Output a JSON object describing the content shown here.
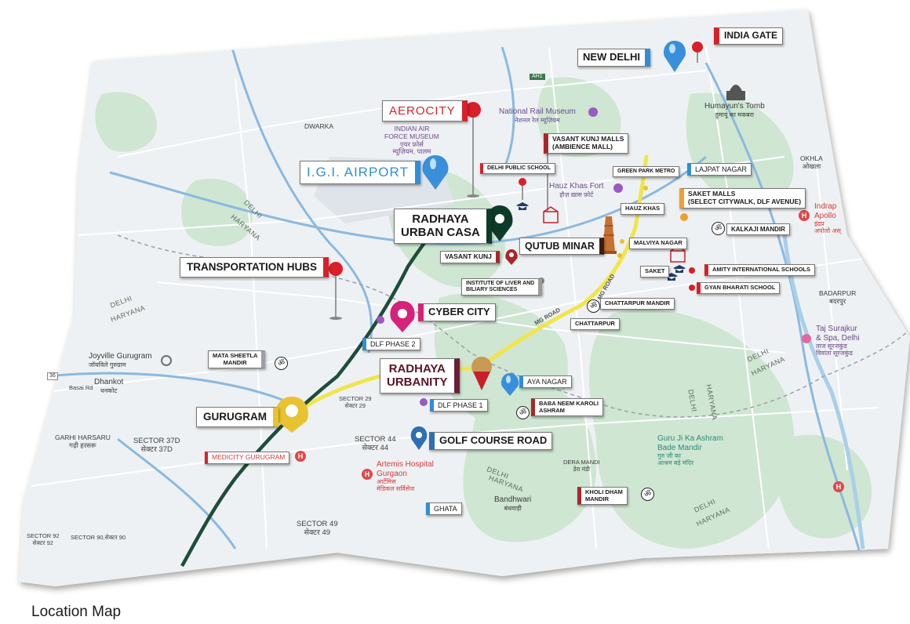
{
  "caption": "Location Map",
  "colors": {
    "metro_line": "#1e4d3a",
    "highlight_road": "#f1e54b",
    "red_accent": "#d8202a",
    "blue_accent": "#2f8fd6",
    "purple_accent": "#6a1e3a",
    "brown_accent": "#3a1e10"
  },
  "labels": {
    "india_gate": "INDIA GATE",
    "new_delhi": "NEW DELHI",
    "aerocity": "AEROCITY",
    "igi_airport": "I.G.I. AIRPORT",
    "vasant_kunj_malls": [
      "VASANT KUNJ MALLS",
      "(AMBIENCE MALL)"
    ],
    "delhi_public_school": "DELHI PUBLIC SCHOOL",
    "green_park_metro": "GREEN PARK METRO",
    "lajpat_nagar": "LAJPAT NAGAR",
    "saket_malls": [
      "SAKET MALLS",
      "(SELECT CITYWALK, DLF AVENUE)"
    ],
    "hauz_khas": "HAUZ KHAS",
    "kalkaji_mandir": "KALKAJI MANDIR",
    "radhaya_urban_casa": [
      "RADHAYA",
      "URBAN CASA"
    ],
    "qutub_minar": "QUTUB MINAR",
    "malviya_nagar": "MALVIYA NAGAR",
    "vasant_kunj": "VASANT KUNJ",
    "saket": "SAKET",
    "amity": "AMITY INTERNATIONAL SCHOOLS",
    "gyan_bharati": "GYAN BHARATI SCHOOL",
    "transportation_hubs": "TRANSPORTATION HUBS",
    "institute_liver": [
      "INSTITUTE OF LIVER AND",
      "BILIARY SCIENCES"
    ],
    "chattarpur_mandir": "CHATTARPUR MANDIR",
    "chattarpur": "CHATTARPUR",
    "cyber_city": "CYBER CITY",
    "dlf_phase_2": "DLF PHASE 2",
    "mata_sheetla": [
      "MATA SHEETLA",
      "MANDIR"
    ],
    "radhaya_urbanity": [
      "RADHAYA",
      "URBANITY"
    ],
    "aya_nagar": "AYA NAGAR",
    "dlf_phase_1": "DLF PHASE 1",
    "baba_neem_karoli": [
      "BABA NEEM KAROLI",
      "ASHRAM"
    ],
    "gurugram": "GURUGRAM",
    "golf_course_road": "GOLF COURSE ROAD",
    "medicity": "MEDICITY GURUGRAM",
    "kholi_dham": [
      "KHOLI DHAM",
      "MANDIR"
    ],
    "ghata": "GHATA"
  },
  "base_places": {
    "dwarka": "DWARKA",
    "iaf_museum": [
      "INDIAN AIR",
      "FORCE MUSEUM",
      "एयर फ़ोर्स",
      "म्यूज़ियम, पालम"
    ],
    "rail_museum": [
      "National Rail Museum",
      "नेशनल रेल म्यूज़ियम"
    ],
    "humayun": [
      "Humayun's Tomb",
      "हुमायूं का मकबरा"
    ],
    "hauz_khas_fort": [
      "Hauz Khas Fort",
      "हौज़ ख़ास फ़ोर्ट"
    ],
    "okhla": [
      "OKHLA",
      "ओखला"
    ],
    "indrap_apollo": [
      "Indrap",
      "Apollo",
      "इंद्रप्र",
      "अपोलो अस्"
    ],
    "badarpur": [
      "BADARPUR",
      "बदरपुर"
    ],
    "taj": [
      "Taj Surajkur",
      "& Spa, Delhi",
      "ताज सूरजकुंड",
      "विवांता सूरजकुंड"
    ],
    "joyville": [
      "Joyville Gurugram",
      "जॉयविले गुरुग्राम"
    ],
    "dhankot": [
      "Dhankot",
      "धनकोट"
    ],
    "basai_rd": "Basai Rd",
    "garhi_harsaru": [
      "GARHI HARSARU",
      "गढ़ी हरसरू"
    ],
    "sector_37d": [
      "SECTOR 37D",
      "सेक्टर 37D"
    ],
    "sector_29": [
      "SECTOR 29",
      "सेक्टर 29"
    ],
    "sector_44": [
      "SECTOR 44",
      "सेक्टर 44"
    ],
    "artemis": [
      "Artemis Hospital",
      "Gurgaon",
      "आर्टेमिस",
      "मेडिकल सर्विसेज"
    ],
    "bandhwari": [
      "Bandhwari",
      "बंधवाड़ी"
    ],
    "guru_ji": [
      "Guru Ji Ka Ashram",
      "Bade Mandir",
      "गुरु जी का",
      "आश्रम बड़े मंदिर"
    ],
    "dera_mandi": [
      "DERA MANDI",
      "डेरा मंडी"
    ],
    "sector_49": [
      "SECTOR 49",
      "सेक्टर 49"
    ],
    "sector_92": [
      "SECTOR 92",
      "सेक्टर 92"
    ],
    "sector_90": [
      "SECTOR 90",
      "सेक्टर 90"
    ],
    "ah1": "AH1",
    "route_36": "36",
    "mg_road_a": "MG ROAD",
    "mg_road_b": "MG ROAD",
    "delhi": "DELHI",
    "haryana": "HARYANA"
  }
}
